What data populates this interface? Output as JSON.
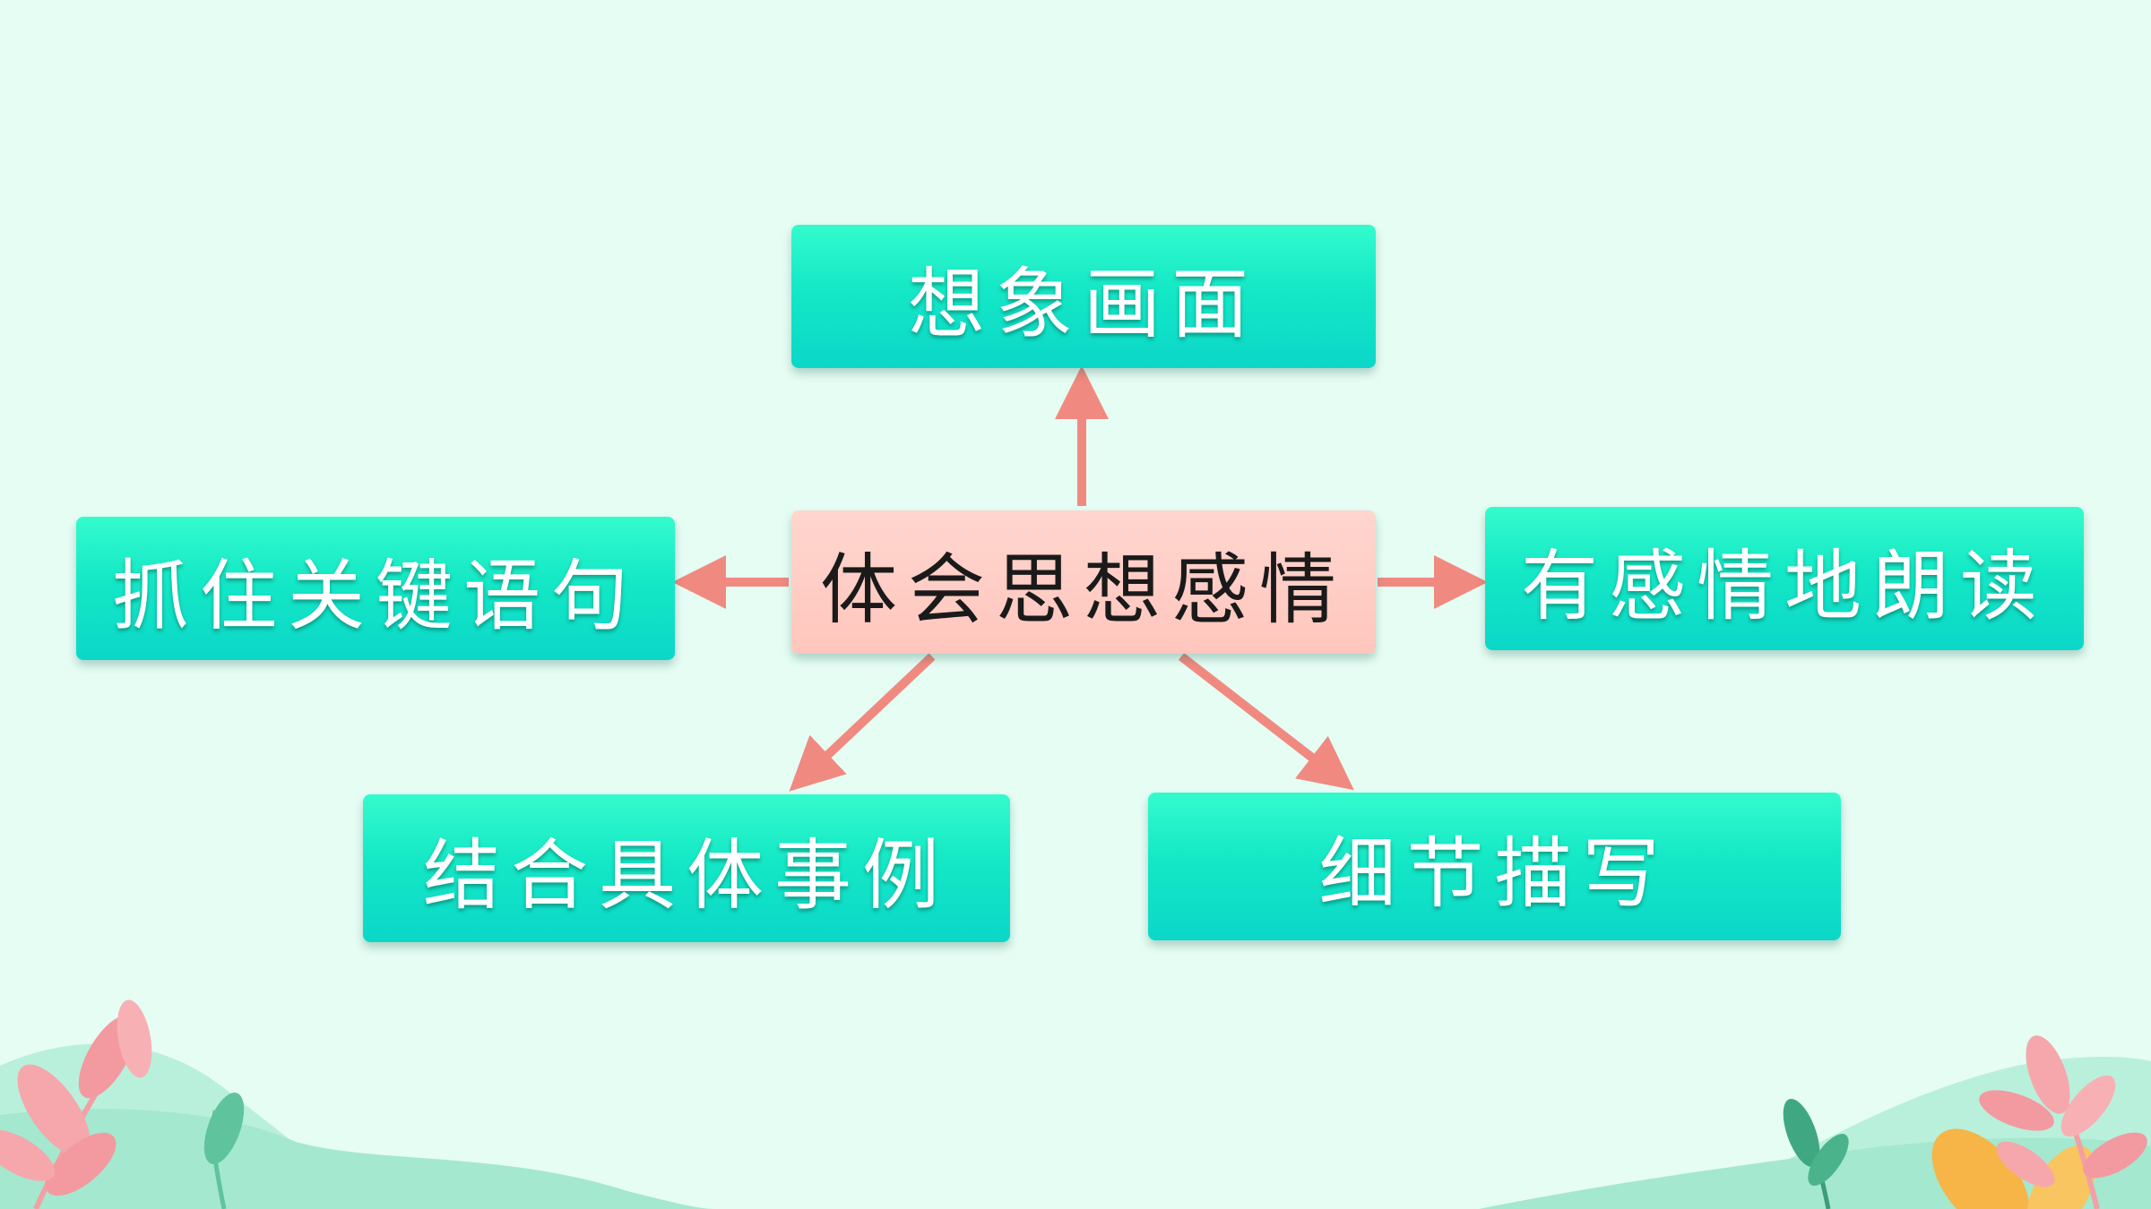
{
  "diagram": {
    "center": {
      "label": "体会思想感情"
    },
    "branches": {
      "top": {
        "label": "想象画面"
      },
      "left": {
        "label": "抓住关键语句"
      },
      "right": {
        "label": "有感情地朗读"
      },
      "bottom_left": {
        "label": "结合具体事例"
      },
      "bottom_right": {
        "label": "细节描写"
      }
    }
  },
  "colors": {
    "background": "#e6fdf4",
    "branch_fill": "#1aeec8",
    "center_fill": "#ffccc4",
    "arrow": "#f08a80",
    "leaf_pink": "#f3a0a4",
    "leaf_green": "#5fc49e",
    "hill_green": "#a9ebd3",
    "leaf_orange": "#f6b546"
  }
}
